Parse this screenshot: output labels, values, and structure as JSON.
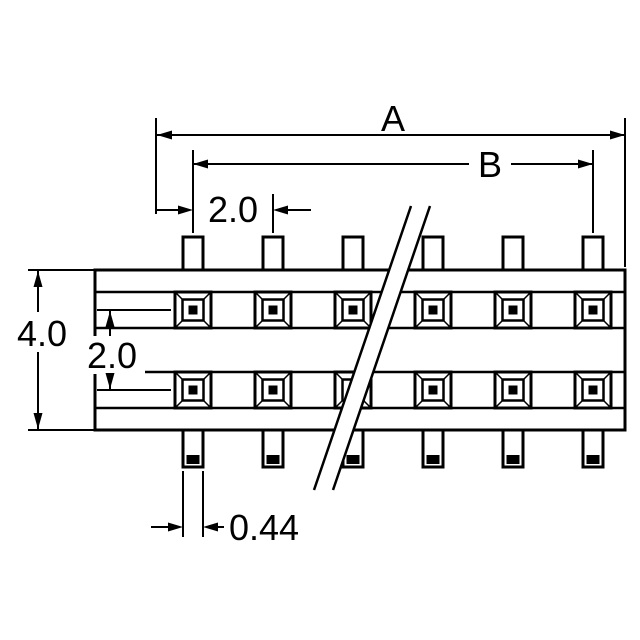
{
  "drawing": {
    "type": "connector-dimensional-drawing",
    "labels": {
      "dim_a": "A",
      "dim_b": "B",
      "pitch": "2.0",
      "row_pitch": "2.0",
      "height": "4.0",
      "pin_width": "0.44"
    },
    "colors": {
      "line": "#000000",
      "background": "#ffffff",
      "contact_center": "#000000",
      "pin_tip": "#000000"
    },
    "structure": {
      "rows": 2,
      "positions_visible": 6,
      "top_pins_visible": 6,
      "bottom_pins_visible": 6,
      "has_break_lines": true
    }
  }
}
